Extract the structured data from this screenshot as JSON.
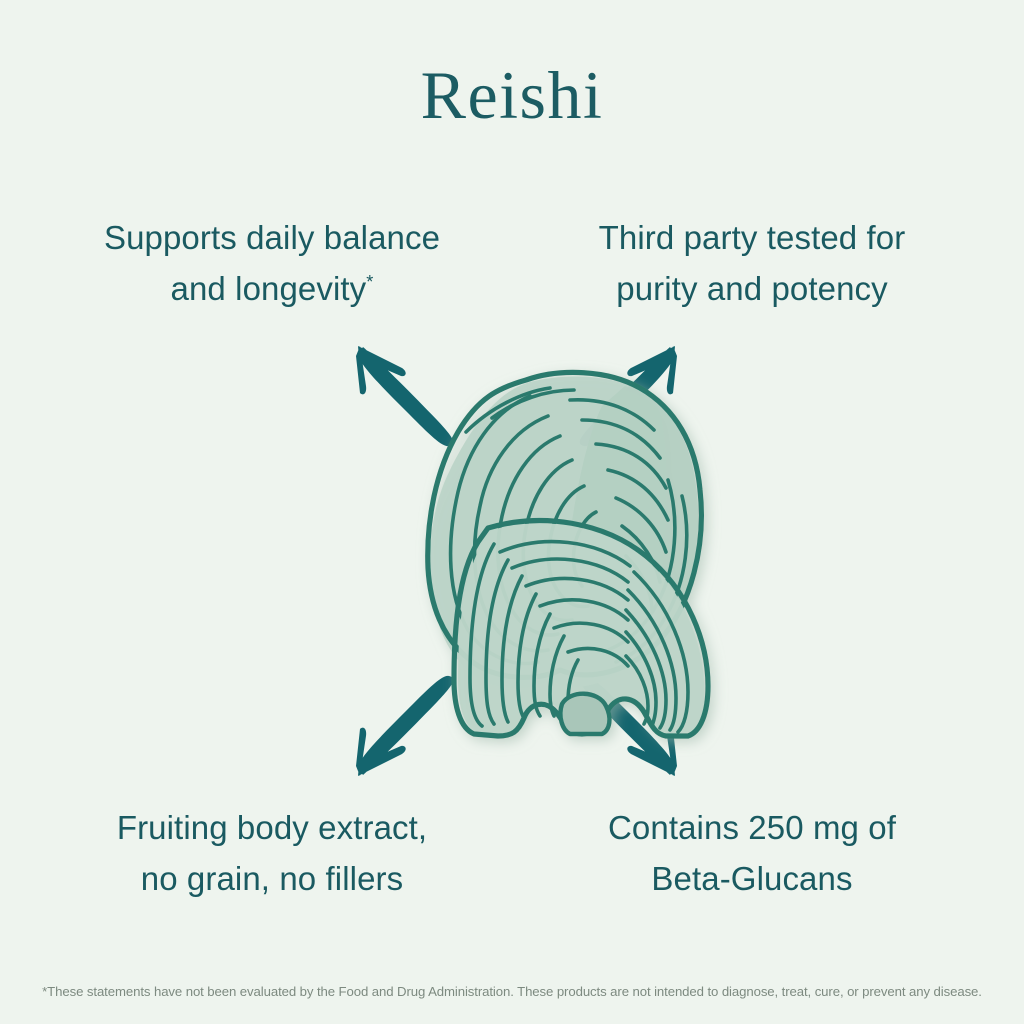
{
  "page": {
    "background_color": "#eef4ee",
    "accent_color": "#1a5a61",
    "mushroom_fill_color": "#b9d2c6",
    "mushroom_line_color": "#2c7a6d",
    "disclaimer_color": "#7d8a80"
  },
  "title": "Reishi",
  "benefits": [
    {
      "position": "top-left",
      "line1": "Supports daily balance",
      "line2": "and longevity",
      "footnote_marker": "*"
    },
    {
      "position": "top-right",
      "line1": "Third party tested for",
      "line2": "purity and potency",
      "footnote_marker": ""
    },
    {
      "position": "bottom-left",
      "line1": "Fruiting body extract,",
      "line2": "no grain, no fillers",
      "footnote_marker": ""
    },
    {
      "position": "bottom-right",
      "line1": "Contains 250 mg of",
      "line2": "Beta-Glucans",
      "footnote_marker": ""
    }
  ],
  "illustration": {
    "subject": "reishi-mushroom",
    "arrows": [
      {
        "name": "arrow-top-left",
        "direction": "up-left"
      },
      {
        "name": "arrow-top-right",
        "direction": "up-right"
      },
      {
        "name": "arrow-bottom-left",
        "direction": "down-left"
      },
      {
        "name": "arrow-bottom-right",
        "direction": "down-right"
      }
    ]
  },
  "disclaimer": "*These statements have not been evaluated by the Food and Drug Administration. These products are not intended to diagnose, treat, cure, or prevent any disease."
}
